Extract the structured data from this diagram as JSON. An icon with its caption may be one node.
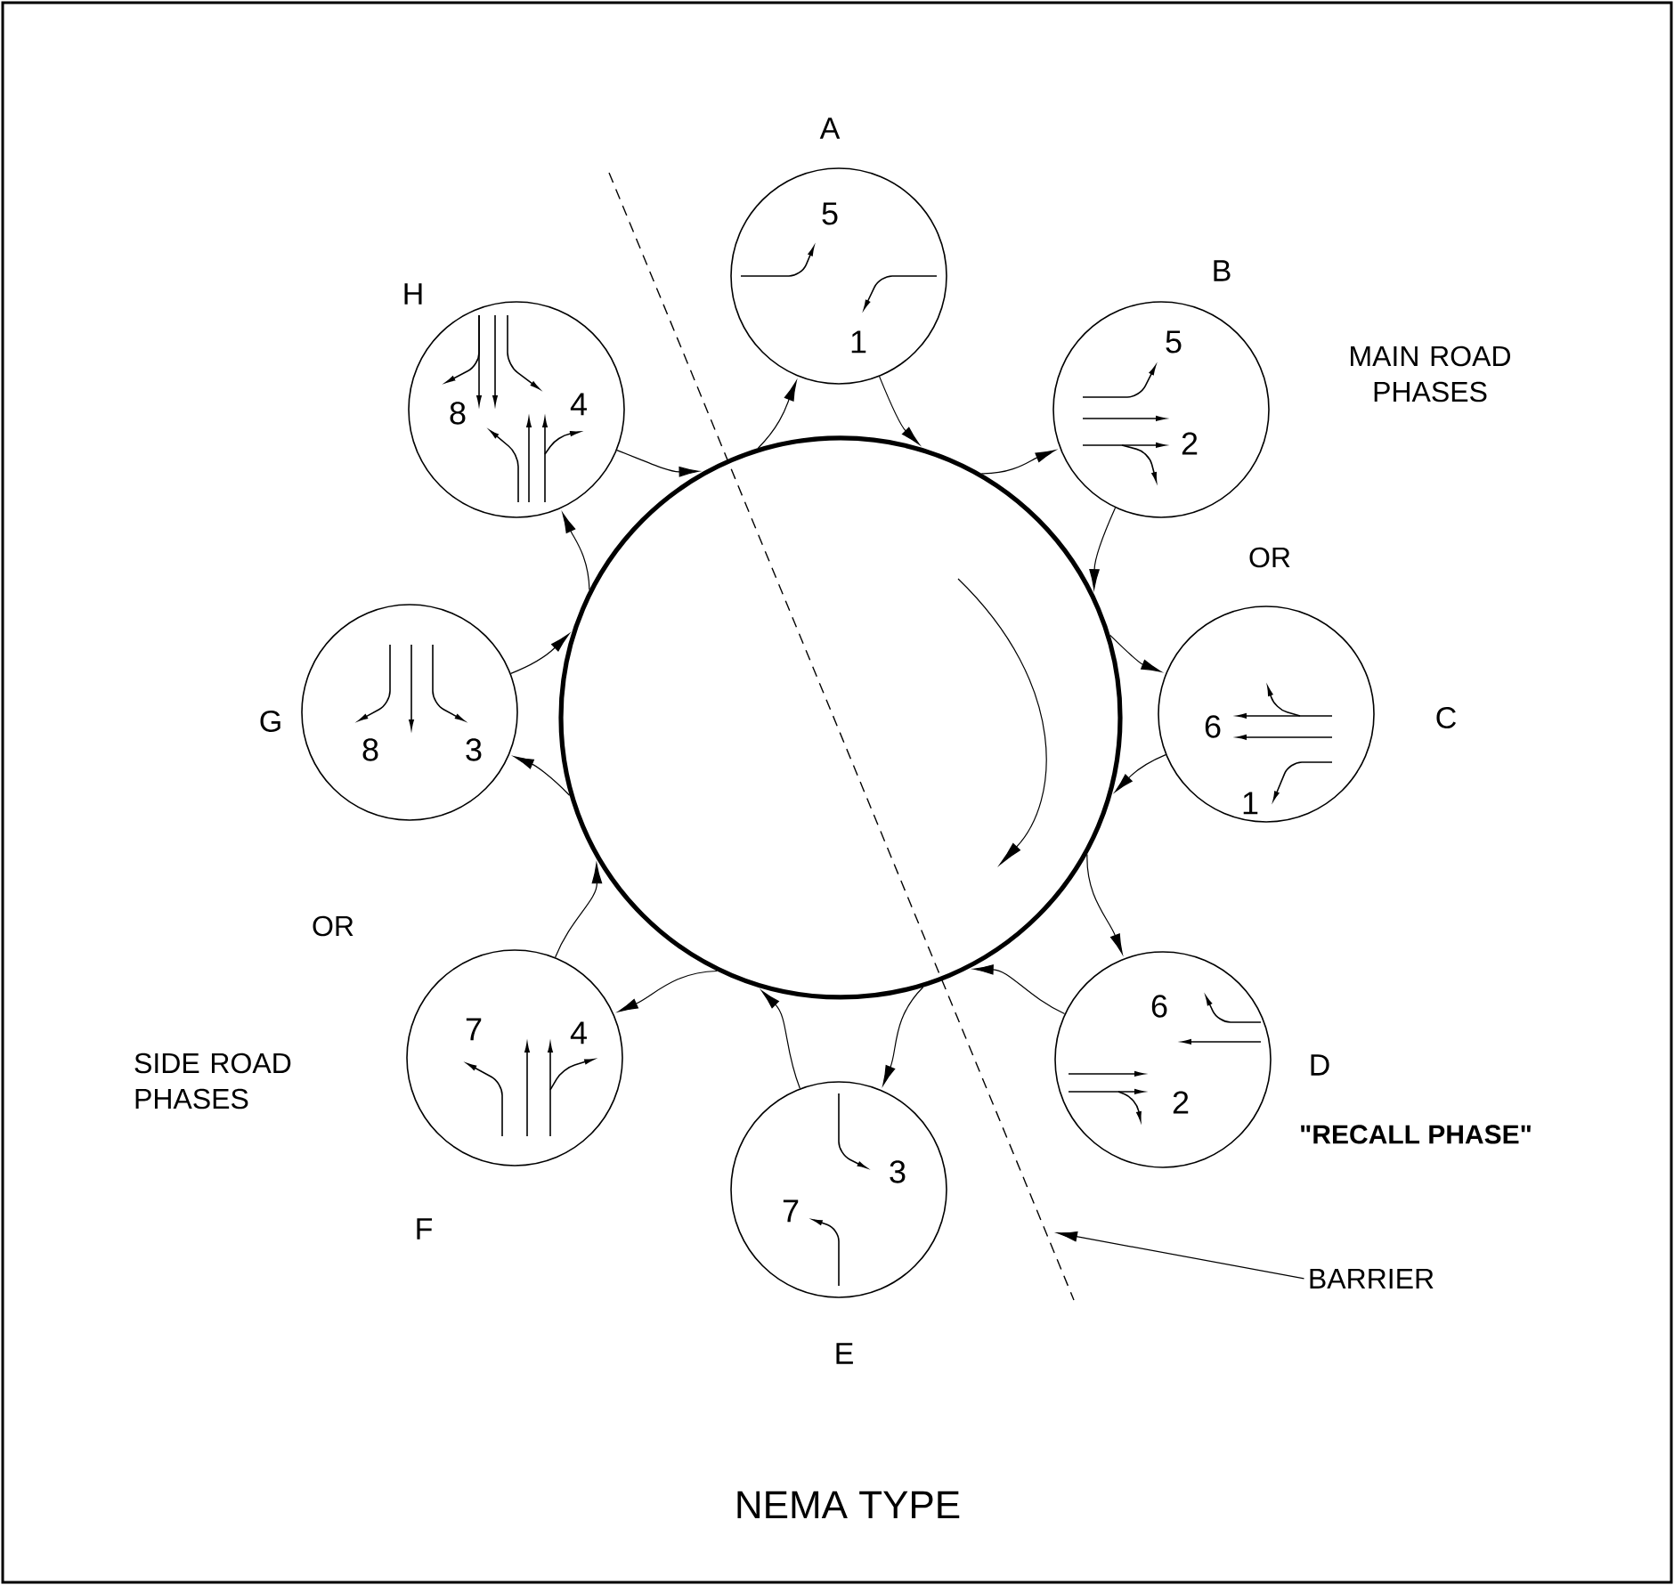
{
  "diagram": {
    "caption": "NEMA TYPE",
    "nodes": [
      {
        "text": [],
        "shape": "circle"
      },
      {
        "text": [
          "5",
          "1"
        ],
        "beside": [
          "A"
        ]
      },
      {
        "text": [
          "5",
          "2"
        ],
        "beside": [
          "B"
        ]
      },
      {
        "text": [
          "6",
          "1"
        ],
        "beside": [
          "C"
        ]
      },
      {
        "text": [
          "6",
          "2"
        ],
        "beside": [
          "D",
          "\"RECALL PHASE\""
        ]
      },
      {
        "text": [
          "3",
          "7"
        ],
        "beside": [
          "E"
        ]
      },
      {
        "text": [
          "7",
          "4"
        ],
        "beside": [
          "F"
        ]
      },
      {
        "text": [
          "8",
          "3"
        ],
        "beside": [
          "G"
        ]
      },
      {
        "text": [
          "8",
          "4"
        ],
        "beside": [
          "H"
        ]
      },
      {
        "text": [
          "BARRIER"
        ]
      }
    ],
    "edges": [
      {
        "from": 0,
        "to": 1,
        "arrow": "to"
      },
      {
        "from": 1,
        "to": 0,
        "arrow": "to"
      },
      {
        "from": 0,
        "to": 2,
        "arrow": "to"
      },
      {
        "from": 2,
        "to": 0,
        "arrow": "to"
      },
      {
        "from": 0,
        "to": 3,
        "arrow": "to"
      },
      {
        "from": 3,
        "to": 0,
        "arrow": "to"
      },
      {
        "from": 0,
        "to": 4,
        "arrow": "to"
      },
      {
        "from": 4,
        "to": 0,
        "arrow": "to"
      },
      {
        "from": 0,
        "to": 5,
        "arrow": "to"
      },
      {
        "from": 5,
        "to": 0,
        "arrow": "to"
      },
      {
        "from": 0,
        "to": 6,
        "arrow": "to"
      },
      {
        "from": 6,
        "to": 0,
        "arrow": "to"
      },
      {
        "from": 0,
        "to": 7,
        "arrow": "to"
      },
      {
        "from": 7,
        "to": 0,
        "arrow": "to"
      },
      {
        "from": 0,
        "to": 8,
        "arrow": "to"
      },
      {
        "from": 8,
        "to": 0,
        "arrow": "to"
      },
      {
        "from": 9,
        "to": null,
        "arrow": "to"
      }
    ],
    "labels": [
      "MAIN ROAD PHASES",
      "OR",
      "OR",
      "SIDE ROAD PHASES"
    ]
  }
}
